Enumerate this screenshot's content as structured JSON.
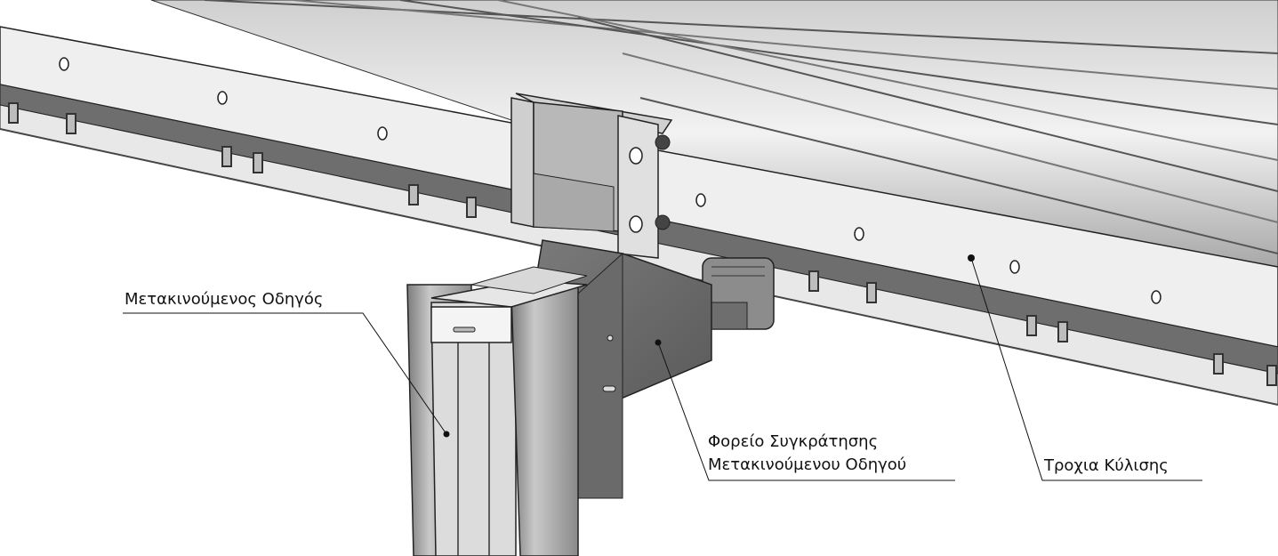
{
  "callouts": {
    "moving_guide": "Μετακινούμενος Οδηγός",
    "carrier_line1": "Φορείο Συγκράτησης",
    "carrier_line2": "Μετακινούμενου Οδηγού",
    "rolling_track": "Τροχια Κύλισης"
  },
  "colors": {
    "line": "#111111",
    "steel_light": "#d9d9d9",
    "steel_mid": "#9a9a9a",
    "steel_dark": "#5c5c5c",
    "bracket_dark": "#666666"
  }
}
